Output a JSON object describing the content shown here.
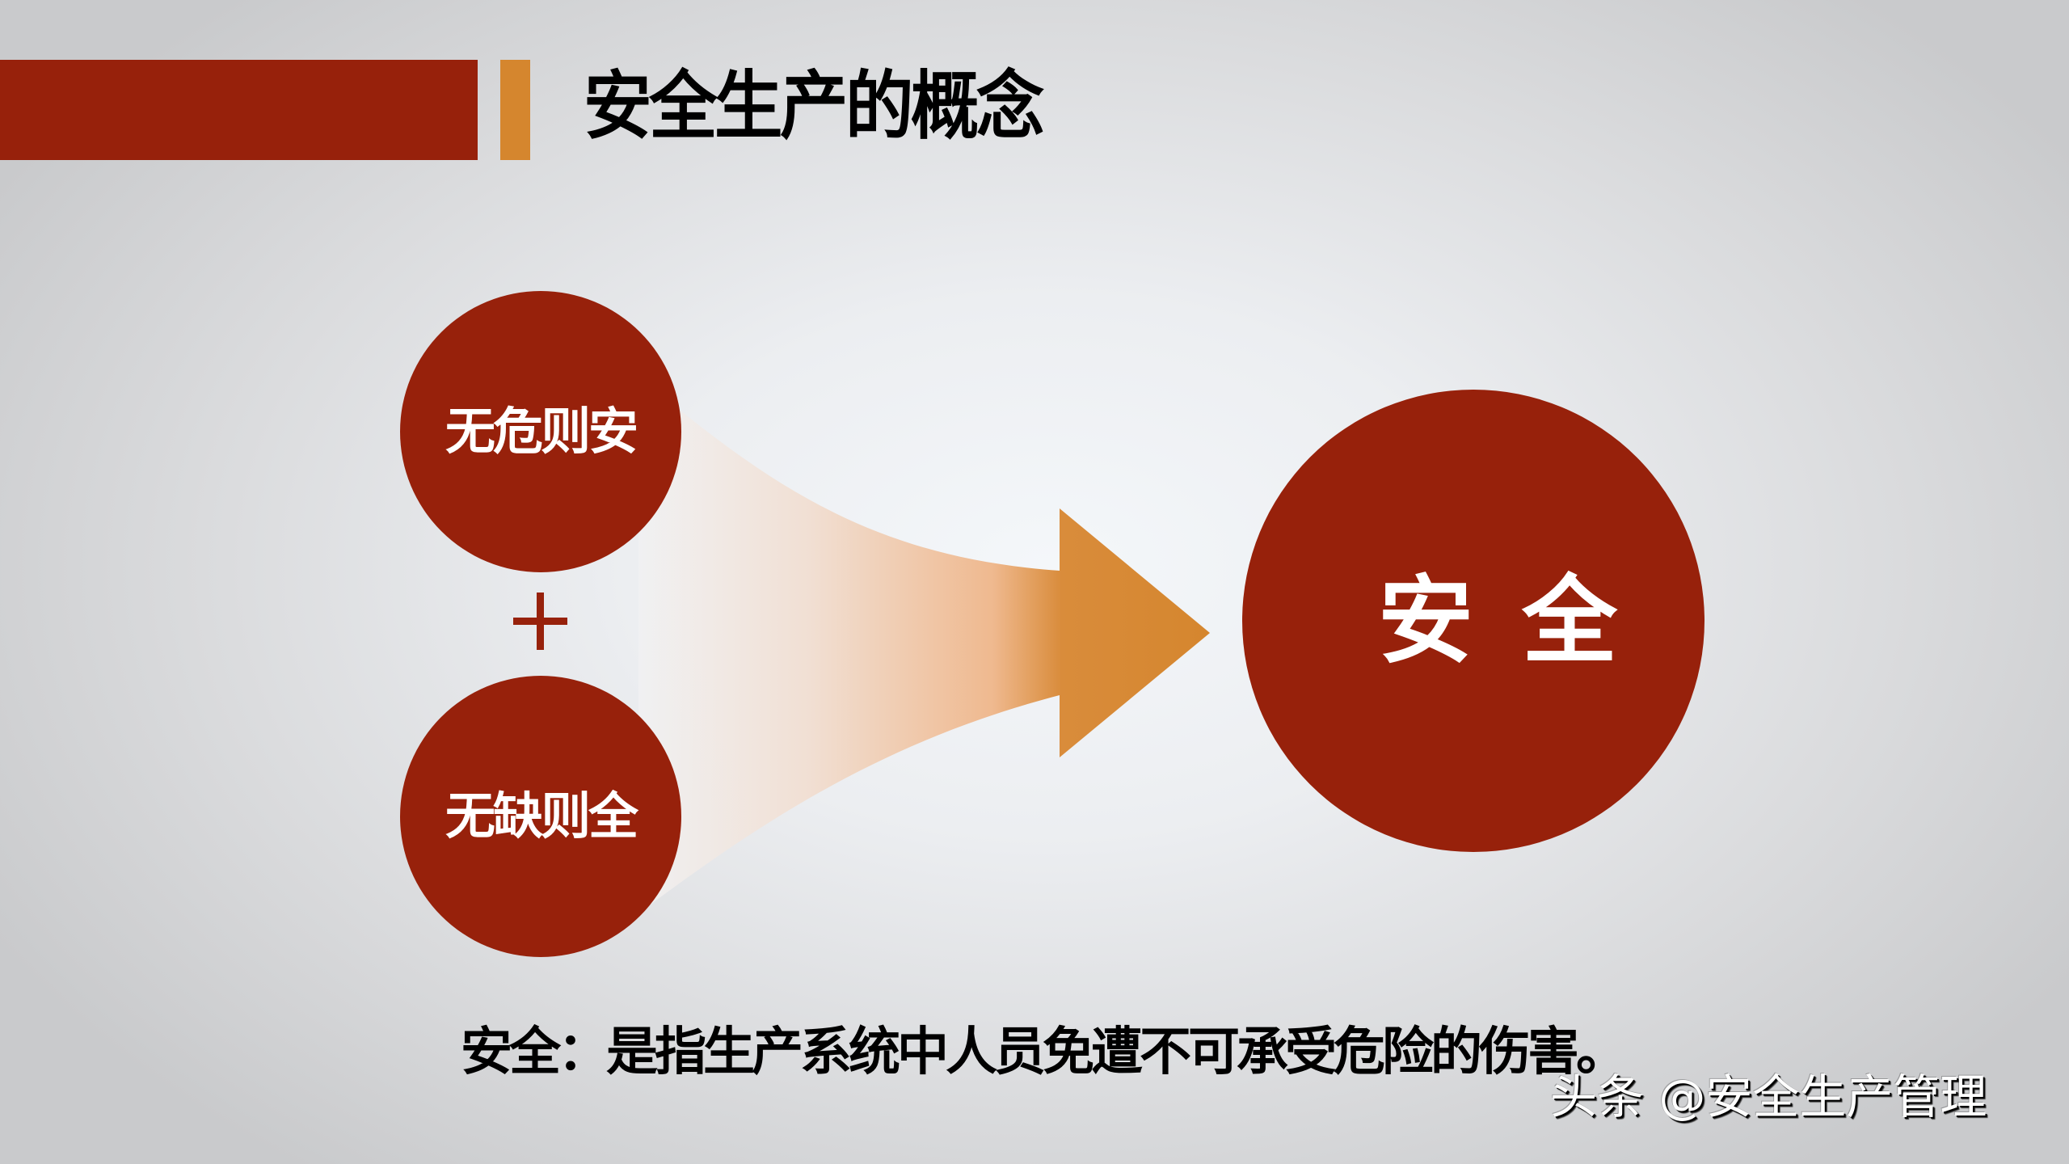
{
  "colors": {
    "brand_red": "#97210b",
    "accent_orange": "#d5862e",
    "arrow_gradient_start": "#f2f2f3",
    "arrow_gradient_mid": "#efb68e",
    "arrow_gradient_end": "#d5862e",
    "text_dark": "#000000",
    "text_light": "#ffffff"
  },
  "header": {
    "title": "安全生产的概念"
  },
  "diagram": {
    "inputs": [
      {
        "label": "无危则安"
      },
      {
        "label": "无缺则全"
      }
    ],
    "operator": "+",
    "arrow": "flow-arrow",
    "result": {
      "label": "安全"
    }
  },
  "definition": {
    "text": "安全：是指生产系统中人员免遭不可承受危险的伤害。"
  },
  "watermark": {
    "text": "头条 @安全生产管理"
  }
}
